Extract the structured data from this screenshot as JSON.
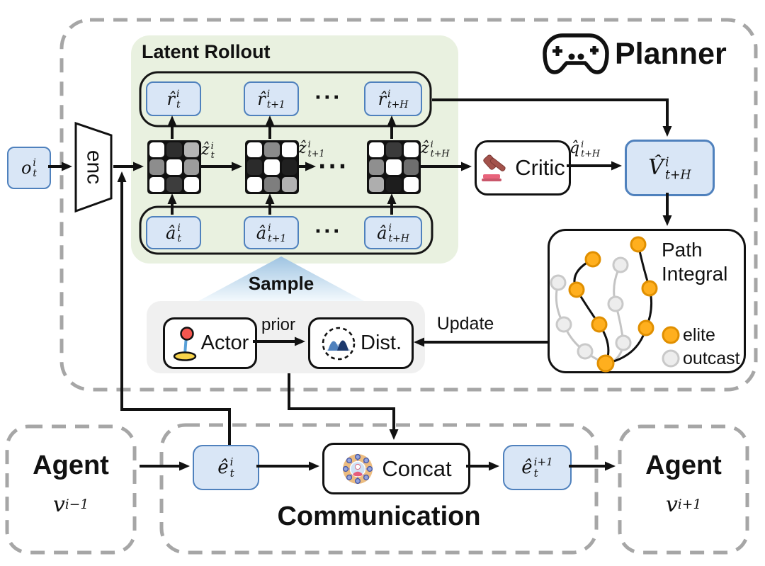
{
  "colors": {
    "blue_box_fill": "#d9e6f6",
    "blue_box_border": "#4f81bd",
    "green_panel": "#e9f1e0",
    "gray_panel": "#f0f0f0",
    "dashed_border": "#a6a6a6",
    "arrow": "#111111",
    "elite": "#ffaf1e",
    "elite_border": "#e08f00",
    "outcast": "#ededed",
    "outcast_border": "#c9c9c9",
    "sample_triangle": "#a9cbe5"
  },
  "planner": {
    "title": "Planner"
  },
  "latent_rollout": {
    "title": "Latent Rollout",
    "dots": "···"
  },
  "encoder": {
    "label": "enc"
  },
  "critic": {
    "label": "Critic"
  },
  "sample": {
    "label": "Sample"
  },
  "actor": {
    "label": "Actor"
  },
  "prior_label": "prior",
  "dist": {
    "label": "Dist."
  },
  "update_label": "Update",
  "path_integral": {
    "title": "Path Integral",
    "legend": [
      {
        "label": "elite"
      },
      {
        "label": "outcast"
      }
    ]
  },
  "communication": {
    "title": "Communication",
    "concat_label": "Concat"
  },
  "agent_left": {
    "title": "Agent"
  },
  "agent_right": {
    "title": "Agent"
  },
  "math": {
    "o_t": {
      "base": "o",
      "sup": "i",
      "sub": "t"
    },
    "r_t": {
      "base": "r̂",
      "sup": "i",
      "sub": "t"
    },
    "r_t1": {
      "base": "r̂",
      "sup": "i",
      "sub": "t+1"
    },
    "r_tH": {
      "base": "r̂",
      "sup": "i",
      "sub": "t+H"
    },
    "z_t": {
      "base": "ẑ",
      "sup": "i",
      "sub": "t"
    },
    "z_t1": {
      "base": "ẑ",
      "sup": "i",
      "sub": "t+1"
    },
    "z_tH": {
      "base": "ẑ",
      "sup": "i",
      "sub": "t+H"
    },
    "a_t": {
      "base": "â",
      "sup": "i",
      "sub": "t"
    },
    "a_t1": {
      "base": "â",
      "sup": "i",
      "sub": "t+1"
    },
    "a_tH": {
      "base": "â",
      "sup": "i",
      "sub": "t+H"
    },
    "q_tH": {
      "base": "q̂",
      "sup": "i",
      "sub": "t+H"
    },
    "V_tH": {
      "base": "V̂",
      "sup": "i",
      "sub": "t+H"
    },
    "e_t": {
      "base": "ê",
      "sup": "i",
      "sub": "t"
    },
    "e_t_next": {
      "base": "ê",
      "sup": "i+1",
      "sub": "t"
    },
    "v_prev": {
      "base": "v",
      "sup": "i−1"
    },
    "v_next": {
      "base": "v",
      "sup": "i+1"
    }
  },
  "grids": {
    "z_t": [
      "#ffffff",
      "#2e2e2e",
      "#b4b4b4",
      "#8d8d8d",
      "#ffffff",
      "#9c9c9c",
      "#ffffff",
      "#3d3d3d",
      "#ffffff"
    ],
    "z_t1": [
      "#ffffff",
      "#8a8a8a",
      "#ffffff",
      "#2b2b2b",
      "#ffffff",
      "#202020",
      "#ffffff",
      "#7e7e7e",
      "#b2b2b2"
    ],
    "z_tH": [
      "#ffffff",
      "#3a3a3a",
      "#ffffff",
      "#8f8f8f",
      "#ffffff",
      "#6e6e6e",
      "#aeaeae",
      "#1d1d1d",
      "#ffffff"
    ]
  }
}
